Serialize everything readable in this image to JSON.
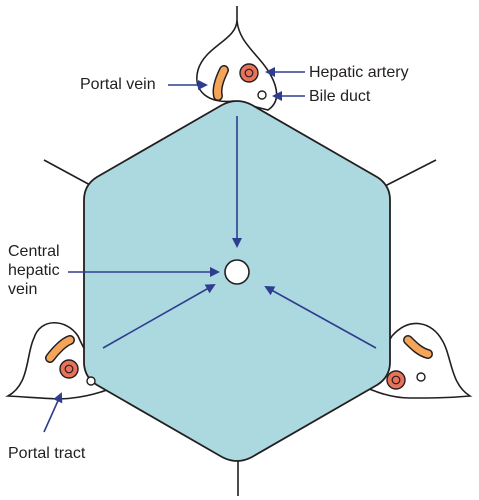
{
  "labels": {
    "portal_vein": "Portal vein",
    "hepatic_artery": "Hepatic artery",
    "bile_duct": "Bile duct",
    "central_vein_lines": [
      "Central",
      "hepatic",
      "vein"
    ],
    "portal_tract": "Portal tract"
  },
  "colors": {
    "lobule_fill": "#acd8e0",
    "portal_vein": "#f5a55a",
    "hepatic_artery_outer": "#e8735a",
    "arrow": "#2e3d8f",
    "outline": "#231f20"
  }
}
